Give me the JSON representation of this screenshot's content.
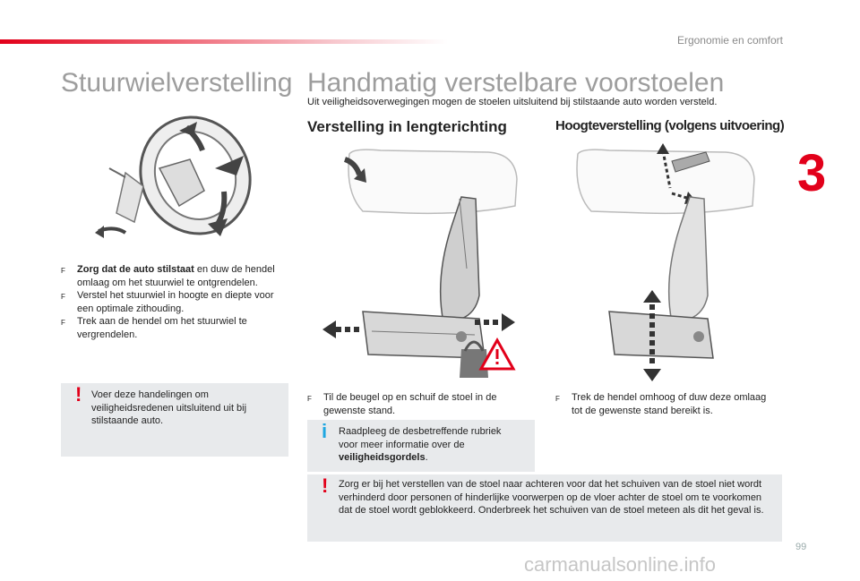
{
  "header": {
    "chapter_title": "Ergonomie en comfort",
    "chapter_number": "3"
  },
  "left": {
    "title": "Stuurwielverstelling",
    "bullets": [
      {
        "bold": "Zorg dat de auto stilstaat",
        "text": " en duw de hendel omlaag om het stuurwiel te ontgrendelen."
      },
      {
        "bold": "",
        "text": "Verstel het stuurwiel in hoogte en diepte voor een optimale zithouding."
      },
      {
        "bold": "",
        "text": "Trek aan de hendel om het stuurwiel te vergrendelen."
      }
    ],
    "warning": "Voer deze handelingen om veiligheidsredenen uitsluitend uit bij stilstaande auto."
  },
  "right": {
    "title": "Handmatig verstelbare voorstoelen",
    "intro": "Uit veiligheidsoverwegingen mogen de stoelen uitsluitend bij stilstaande auto worden versteld.",
    "section_a": {
      "title": "Verstelling in lengterichting",
      "bullet": "Til de beugel op en schuif de stoel in de gewenste stand.",
      "info_prefix": "Raadpleeg de desbetreffende rubriek voor meer informatie over de ",
      "info_bold": "veiligheidsgordels",
      "info_suffix": "."
    },
    "section_b": {
      "title": "Hoogteverstelling (volgens uitvoering)",
      "bullet": "Trek de hendel omhoog of duw deze omlaag tot de gewenste stand bereikt is."
    },
    "warning": "Zorg er bij het verstellen van de stoel naar achteren voor dat het schuiven van de stoel niet wordt verhinderd door personen of hinderlijke voorwerpen op de vloer achter de stoel om te voorkomen dat de stoel wordt geblokkeerd. Onderbreek het schuiven van de stoel meteen als dit het geval is."
  },
  "symbols": {
    "bullet": "F",
    "warning": "!",
    "info": "i"
  },
  "colors": {
    "accent_red": "#e2001a",
    "info_blue": "#1ea7e1",
    "box_gray": "#e8eaec",
    "heading_gray": "#9d9d9d"
  },
  "page_number": "99",
  "watermark": "carmanualsonline.info"
}
